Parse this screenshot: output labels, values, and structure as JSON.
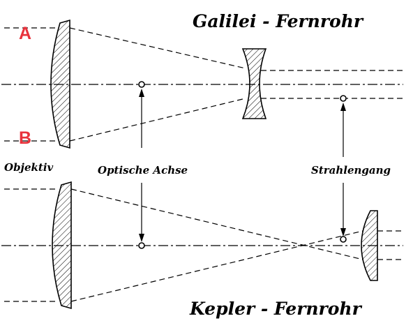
{
  "titles": {
    "galilei": "Galilei - Fernrohr",
    "kepler": "Kepler - Fernrohr"
  },
  "markers": {
    "a": "A",
    "b": "B"
  },
  "labels": {
    "objektiv": "Objektiv",
    "optische_achse": "Optische Achse",
    "strahlengang": "Strahlengang"
  },
  "colors": {
    "line": "#000000",
    "marker": "#e8323c",
    "background": "#ffffff"
  }
}
